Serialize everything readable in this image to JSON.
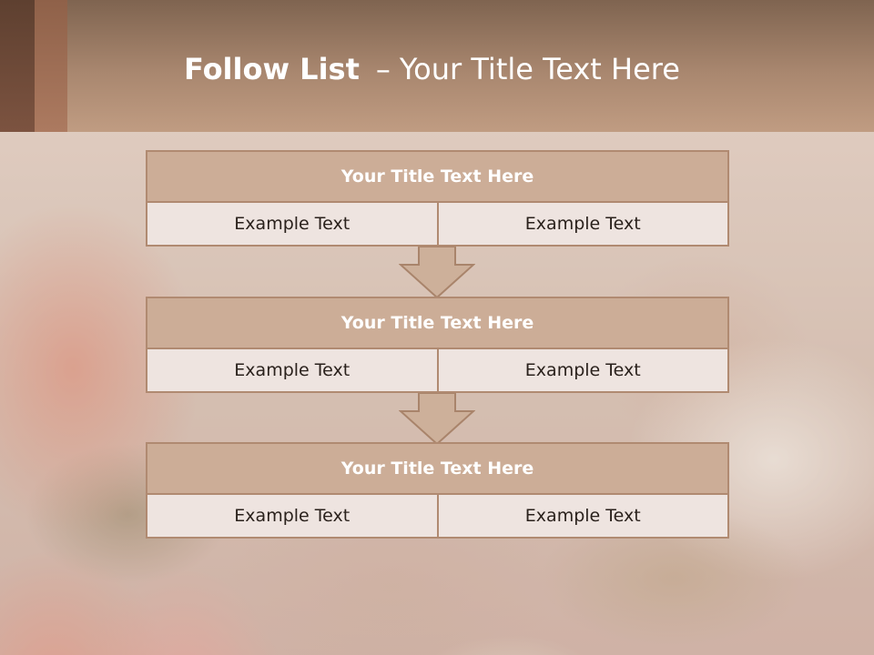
{
  "slide": {
    "title_bold": "Follow List",
    "title_dash": "–",
    "title_rest": "Your Title Text Here"
  },
  "flow": [
    {
      "title": "Your Title Text Here",
      "left": "Example Text",
      "right": "Example Text"
    },
    {
      "title": "Your Title Text Here",
      "left": "Example Text",
      "right": "Example Text"
    },
    {
      "title": "Your Title Text Here",
      "left": "Example Text",
      "right": "Example Text"
    }
  ],
  "colors": {
    "header": "#a9876f",
    "box_title_fill": "#ccad97",
    "box_border": "#b08a71",
    "arrow_fill": "#cdb09a"
  }
}
